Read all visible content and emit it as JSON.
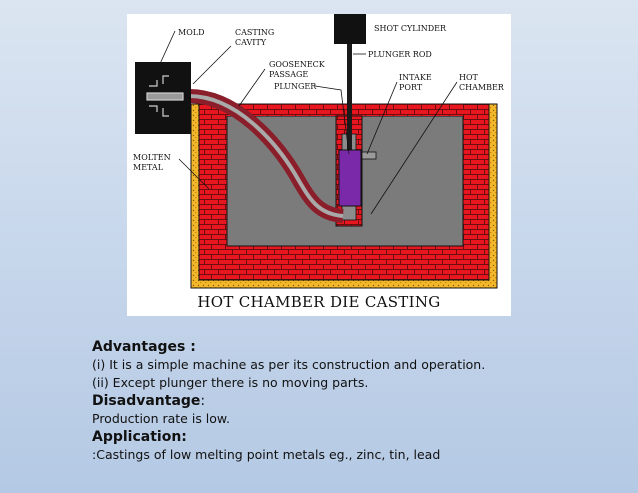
{
  "diagram": {
    "labels": {
      "mold": "MOLD",
      "casting_cavity_1": "CASTING",
      "casting_cavity_2": "CAVITY",
      "shot_cylinder": "SHOT CYLINDER",
      "gooseneck_1": "GOOSENECK",
      "gooseneck_2": "PASSAGE",
      "plunger_rod": "PLUNGER ROD",
      "plunger": "PLUNGER",
      "intake_port_1": "INTAKE",
      "intake_port_2": "PORT",
      "hot_chamber_1": "HOT",
      "hot_chamber_2": "CHAMBER",
      "molten_metal_1": "MOLTEN",
      "molten_metal_2": "METAL"
    },
    "caption": "HOT CHAMBER DIE CASTING",
    "colors": {
      "brick": "#e8171f",
      "insulation": "#f3b82b",
      "molten_metal": "#7b7b7b",
      "gooseneck": "#8a1e2a",
      "plunger": "#7a2aa8",
      "mold": "#111111"
    }
  },
  "notes": {
    "advantages_heading": "Advantages :",
    "advantages": [
      "(i) It is a simple machine as per its construction and operation.",
      "(ii) Except plunger there is no moving parts."
    ],
    "disadvantage_heading": "Disadvantage",
    "disadvantage_colon": ":",
    "disadvantage": "Production rate is low.",
    "application_heading": "Application:",
    "application": ":Castings of low melting point metals eg., zinc, tin, lead"
  }
}
